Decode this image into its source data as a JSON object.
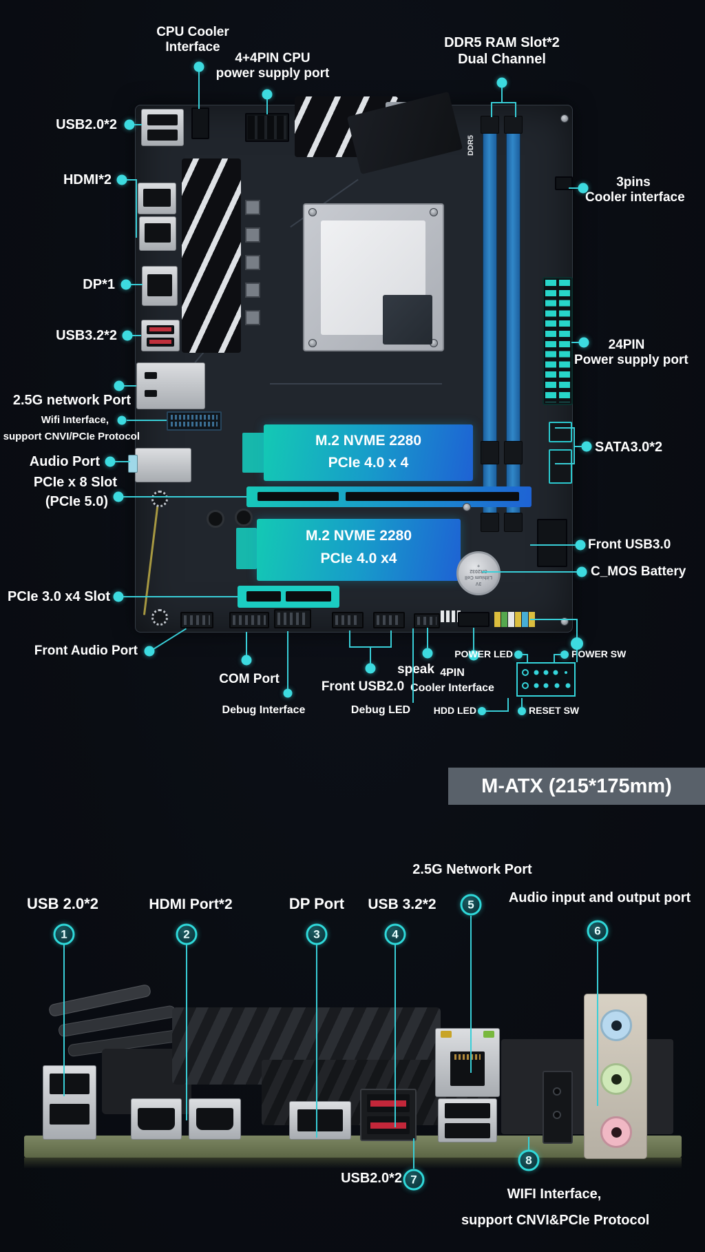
{
  "colors": {
    "accent": "#39cfd8",
    "badge_bg": "#59616a",
    "m2_teal": "#14c9b4",
    "m2_blue": "#1e62d4",
    "ram_blue": "#3187c8"
  },
  "board": {
    "ram_slot_label": "DDR5",
    "m2_slot_1": {
      "line1": "M.2 NVME 2280",
      "line2": "PCIe 4.0 x 4"
    },
    "m2_slot_2": {
      "line1": "M.2 NVME 2280",
      "line2": "PCIe 4.0 x4"
    },
    "battery": {
      "voltage": "3V",
      "type": "Lithium Cell",
      "model": "CR2032",
      "polarity": "+"
    }
  },
  "callouts": {
    "cpu_cooler": {
      "line1": "CPU Cooler",
      "line2": "Interface"
    },
    "cpu_power": {
      "line1": "4+4PIN CPU",
      "line2": "power supply port"
    },
    "ddr5": {
      "line1": "DDR5 RAM Slot*2",
      "line2": "Dual Channel"
    },
    "usb20": "USB2.0*2",
    "hdmi": "HDMI*2",
    "dp": "DP*1",
    "usb32": "USB3.2*2",
    "lan": "2.5G network Port",
    "wifi": {
      "line1": "Wifi Interface,",
      "line2": "support CNVI/PCIe Protocol"
    },
    "audio": "Audio Port",
    "pcie_x8": {
      "line1": "PCIe x 8 Slot",
      "line2": "(PCIe 5.0)"
    },
    "cooler_3pin": {
      "line1": "3pins",
      "line2": "Cooler interface"
    },
    "atx_24pin": {
      "line1": "24PIN",
      "line2": "Power supply port"
    },
    "sata": "SATA3.0*2",
    "front_usb30": "Front USB3.0",
    "cmos": "C_MOS Battery",
    "pcie_x4": "PCIe 3.0 x4 Slot",
    "front_audio": "Front Audio Port",
    "com": "COM Port",
    "debug_interface": "Debug Interface",
    "front_usb20": "Front USB2.0",
    "speaker": "speak",
    "fan_4pin": {
      "line1": "4PIN",
      "line2": "Cooler Interface"
    },
    "debug_led": "Debug LED",
    "power_led": "POWER LED",
    "power_sw": "POWER SW",
    "hdd_led": "HDD LED",
    "reset_sw": "RESET SW"
  },
  "form_factor_badge": "M-ATX (215*175mm)",
  "rear_panel": {
    "items": [
      {
        "num": "1",
        "label": "USB 2.0*2"
      },
      {
        "num": "2",
        "label": "HDMI Port*2"
      },
      {
        "num": "3",
        "label": "DP Port"
      },
      {
        "num": "4",
        "label": "USB 3.2*2"
      },
      {
        "num": "5",
        "label": "2.5G Network Port"
      },
      {
        "num": "6",
        "label": "Audio input and output port"
      },
      {
        "num": "7",
        "label": "USB2.0*2"
      },
      {
        "num": "8",
        "label": "WIFI Interface,",
        "label2": "support CNVI&PCIe Protocol"
      }
    ]
  }
}
